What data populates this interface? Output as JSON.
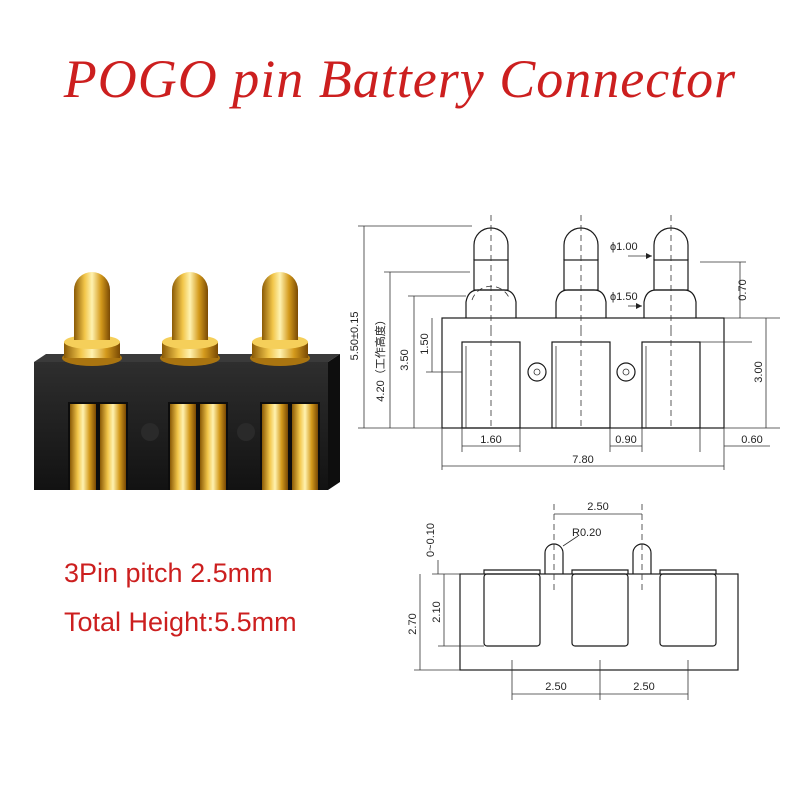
{
  "title": "POGO pin Battery Connector",
  "specs": {
    "pin_pitch": "3Pin  pitch 2.5mm",
    "total_height": "Total Height:5.5mm"
  },
  "colors": {
    "title": "#cc1f1f",
    "gold": "#d9a520",
    "housing": "#1f1f1f"
  },
  "front_view": {
    "total_height": "5.50±0.15",
    "working_height": "4.20（工作高度）",
    "body_height": "3.50",
    "plunger_travel": "1.50",
    "head_height": "0.70",
    "housing_height": "3.00",
    "pin_diameter": "ϕ1.00",
    "barrel_diameter": "ϕ1.50",
    "slot_width": "1.60",
    "slot_gap": "0.90",
    "edge_offset": "0.60",
    "total_width": "7.80"
  },
  "side_view": {
    "pin_pitch_top": "2.50",
    "tip_radius": "R0.20",
    "tolerance": "0~0.10",
    "body_height": "2.70",
    "slot_height": "2.10",
    "pitch_left": "2.50",
    "pitch_right": "2.50"
  }
}
